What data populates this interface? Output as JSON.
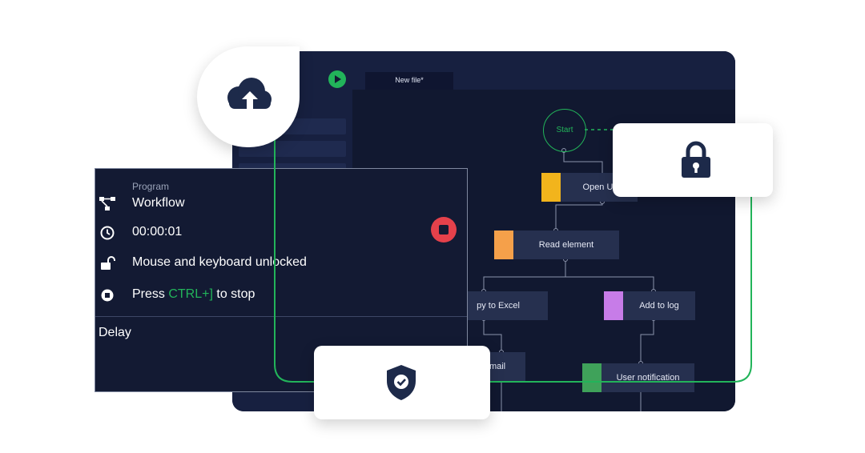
{
  "editor": {
    "tab_label": "New file*",
    "start_label": "Start",
    "nodes": {
      "open_ui": "Open UI",
      "read_element": "Read element",
      "copy_to_excel": "py to Excel",
      "add_to_log": "Add to log",
      "email": "email",
      "user_notification": "User notification"
    },
    "node_colors": {
      "open_ui": "#f2b41c",
      "read_element": "#f5a04a",
      "add_to_log": "#c77ce8",
      "user_notification": "#3fa25a"
    }
  },
  "status_panel": {
    "program_label": "Program",
    "workflow_label": "Workflow",
    "elapsed_time": "00:00:01",
    "mouse_keyboard_status": "Mouse and keyboard unlocked",
    "press_prefix": "Press ",
    "shortcut": "CTRL+]",
    "press_suffix": " to stop",
    "delay_label": "Delay"
  },
  "icons": {
    "cloud": "cloud-upload-icon",
    "lock": "padlock-icon",
    "shield": "shield-check-icon"
  },
  "colors": {
    "accent_green": "#22b45a",
    "stop_red": "#e5414b",
    "dark_navy": "#131a33",
    "icon_navy": "#1d2a4a"
  }
}
